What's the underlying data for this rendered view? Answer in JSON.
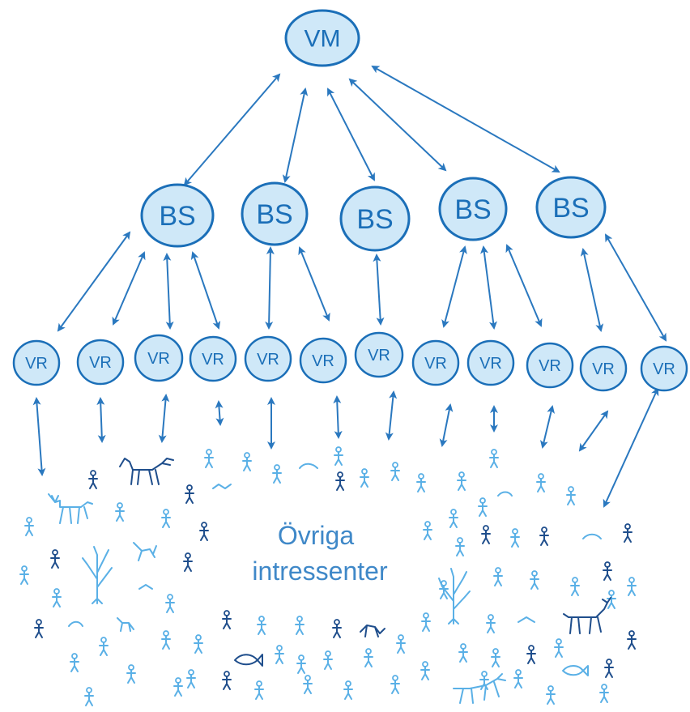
{
  "diagram": {
    "top": {
      "label": "VM"
    },
    "middle": [
      {
        "label": "BS"
      },
      {
        "label": "BS"
      },
      {
        "label": "BS"
      },
      {
        "label": "BS"
      },
      {
        "label": "BS"
      }
    ],
    "bottom": [
      {
        "label": "VR"
      },
      {
        "label": "VR"
      },
      {
        "label": "VR"
      },
      {
        "label": "VR"
      },
      {
        "label": "VR"
      },
      {
        "label": "VR"
      },
      {
        "label": "VR"
      },
      {
        "label": "VR"
      },
      {
        "label": "VR"
      },
      {
        "label": "VR"
      },
      {
        "label": "VR"
      },
      {
        "label": "VR"
      }
    ],
    "caption": {
      "line1": "Övriga",
      "line2": "intressenter"
    }
  },
  "colors": {
    "node_fill": "#cfe8f8",
    "node_stroke": "#1b6fb8",
    "arrow": "#2a78bf",
    "caption": "#3f88c8",
    "figure_light": "#5ab0e6",
    "figure_dark": "#1f4e8c"
  }
}
